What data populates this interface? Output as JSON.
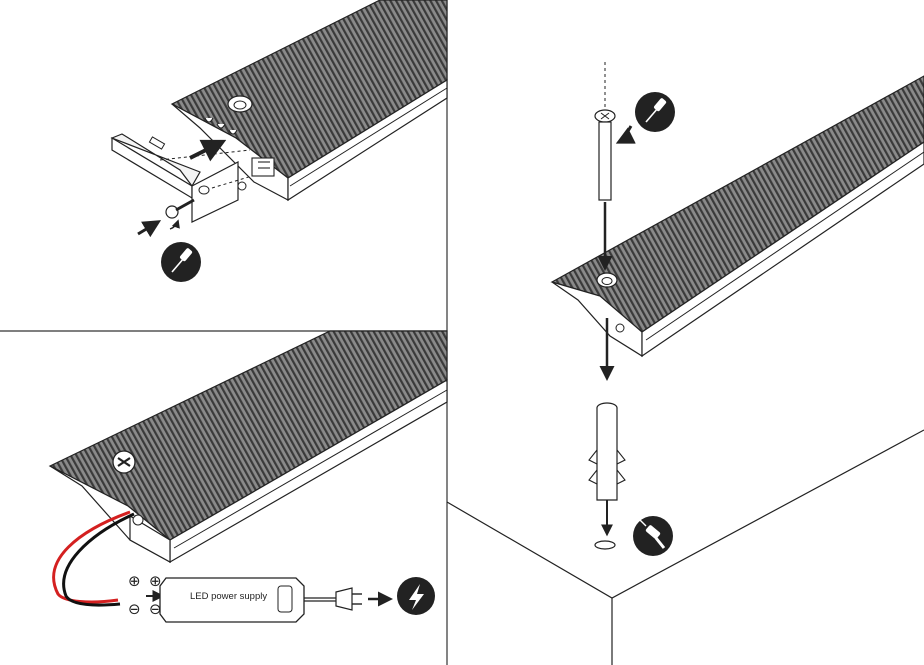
{
  "panels": [
    {
      "id": "end-cap",
      "icon": "screwdriver-icon"
    },
    {
      "id": "mounting",
      "icons": [
        "screwdriver-icon",
        "drill-icon"
      ]
    },
    {
      "id": "wiring",
      "icon": "lightning-icon"
    }
  ],
  "power_supply": {
    "label": "LED power supply"
  },
  "polarity": {
    "positive": "⊕",
    "negative": "⊖"
  },
  "colors": {
    "line": "#222222",
    "profile_fill": "#7d7d7d",
    "ridge": "#3a3a3a",
    "wire_red": "#d42020",
    "wire_black": "#111111",
    "icon_bg": "#222222"
  }
}
